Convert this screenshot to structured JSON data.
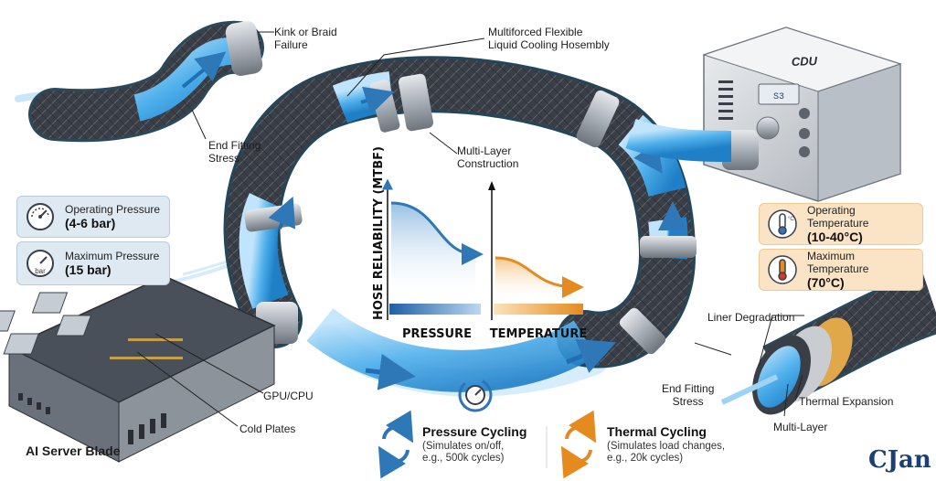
{
  "labels": {
    "kink_failure": [
      "Kink or Braid",
      "Failure"
    ],
    "end_fitting_top": [
      "End Fitting",
      "Stress"
    ],
    "assembly": [
      "Multiforced Flexible",
      "Liquid Cooling Hosembly"
    ],
    "multi_layer_construction": [
      "Multi-Layer",
      "Construction"
    ],
    "cdu": "CDU",
    "cdu_panel": "S3",
    "gpu_cpu": "GPU/CPU",
    "cold_plates": "Cold Plates",
    "server_blade": "AI Server Blade",
    "liner_degradation": "Liner Degradation",
    "end_fitting_bottom": [
      "End Fitting",
      "Stress"
    ],
    "thermal_expansion": "Thermal Expansion",
    "multi_layer": "Multi-Layer"
  },
  "pressure_boxes": [
    {
      "title": "Operating Pressure",
      "value": "(4-6 bar)",
      "icon": "gauge-icon",
      "icon_text": ""
    },
    {
      "title": "Maximum Pressure",
      "value": "(15 bar)",
      "icon": "gauge-bar-icon",
      "icon_text": "bar"
    }
  ],
  "temperature_boxes": [
    {
      "title": "Operating Temperature",
      "value": "(10-40°C)",
      "icon": "thermometer-icon",
      "icon_text": "°C"
    },
    {
      "title": "Maximum Temperature",
      "value": "(70°C)",
      "icon": "thermometer-high-icon",
      "icon_text": ""
    }
  ],
  "chart_data": {
    "type": "line",
    "ylabel": "HOSE RELIABILITY (MTBF)",
    "panels": [
      {
        "xlabel": "PRESSURE",
        "color": "#2f78b7",
        "trend": "decreasing"
      },
      {
        "xlabel": "TEMPERATURE",
        "color": "#e58a1e",
        "trend": "decreasing"
      }
    ]
  },
  "cycling": [
    {
      "title": "Pressure Cycling",
      "lines": [
        "(Simulates on/off,",
        "e.g., 500k cycles)"
      ],
      "icon": "cycle-arrows-icon",
      "color": "#2f74b5"
    },
    {
      "title": "Thermal Cycling",
      "lines": [
        "(Simulates load changes,",
        "e.g., 20k cycles)"
      ],
      "icon": "cycle-arrows-icon",
      "color": "#e08a2c"
    }
  ],
  "brand": "CJan",
  "colors": {
    "coolant": "#4fb0ec",
    "hose_braid": "#3b4048",
    "fitting": "#b7bcc3",
    "pressure_accent": "#2f78b7",
    "temperature_accent": "#e58a1e"
  }
}
